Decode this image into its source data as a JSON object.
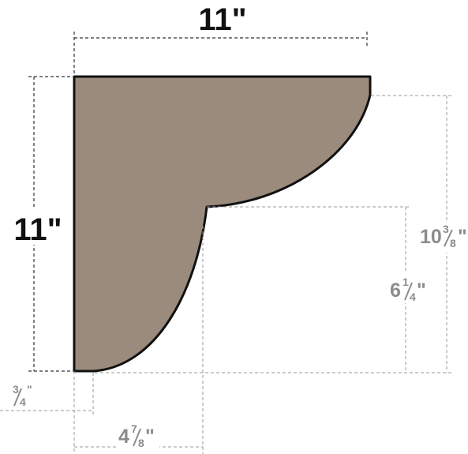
{
  "labels": {
    "top_width": "11\"",
    "left_height": "11\"",
    "right_overall": {
      "whole": "10",
      "num": "3",
      "den": "8",
      "unit": "\""
    },
    "right_step": {
      "whole": "6",
      "num": "1",
      "den": "4",
      "unit": "\""
    },
    "bottom_toe": {
      "whole": "",
      "num": "3",
      "den": "4",
      "unit": "\""
    },
    "bottom_step": {
      "whole": "4",
      "num": "7",
      "den": "8",
      "unit": "\""
    }
  },
  "colors": {
    "profile_fill": "#9a8b7c",
    "profile_stroke": "#111111",
    "dimension_dark": "#333333",
    "dimension_light": "#9a9a9a"
  }
}
